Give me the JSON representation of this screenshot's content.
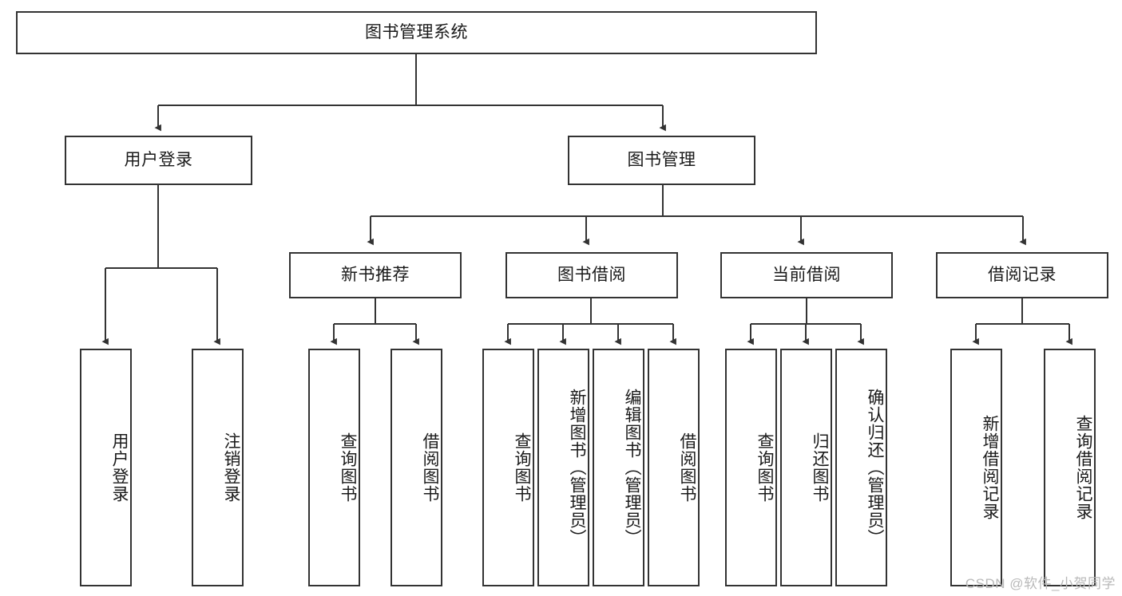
{
  "diagram": {
    "title": "图书管理系统",
    "type": "tree-hierarchy",
    "watermark": "CSDN @软件_小贺同学",
    "colors": {
      "box_border": "#333333",
      "box_fill": "#ffffff",
      "edge": "#333333",
      "text": "#1a1a1a",
      "watermark": "#b9b9b9"
    },
    "root": {
      "id": "root",
      "label": "图书管理系统"
    },
    "level2": [
      {
        "id": "user-login",
        "label": "用户登录"
      },
      {
        "id": "book-manage",
        "label": "图书管理"
      }
    ],
    "level3": [
      {
        "id": "new-book-rec",
        "label": "新书推荐"
      },
      {
        "id": "book-borrow",
        "label": "图书借阅"
      },
      {
        "id": "current-borrow",
        "label": "当前借阅"
      },
      {
        "id": "borrow-record",
        "label": "借阅记录"
      }
    ],
    "leaves": {
      "user_login": [
        {
          "id": "leaf-user-login",
          "label": "用户登录"
        },
        {
          "id": "leaf-user-logout",
          "label": "注销登录"
        }
      ],
      "new_book_rec": [
        {
          "id": "leaf-query-book-1",
          "label": "查询图书"
        },
        {
          "id": "leaf-borrow-book-1",
          "label": "借阅图书"
        }
      ],
      "book_borrow": [
        {
          "id": "leaf-query-book-2",
          "label": "查询图书"
        },
        {
          "id": "leaf-add-book",
          "label": "新增图书（管理员）"
        },
        {
          "id": "leaf-edit-book",
          "label": "编辑图书（管理员）"
        },
        {
          "id": "leaf-borrow-book-2",
          "label": "借阅图书"
        }
      ],
      "current_borrow": [
        {
          "id": "leaf-query-book-3",
          "label": "查询图书"
        },
        {
          "id": "leaf-return-book",
          "label": "归还图书"
        },
        {
          "id": "leaf-confirm-return",
          "label": "确认归还（管理员）"
        }
      ],
      "borrow_record": [
        {
          "id": "leaf-add-record",
          "label": "新增借阅记录"
        },
        {
          "id": "leaf-query-record",
          "label": "查询借阅记录"
        }
      ]
    }
  }
}
